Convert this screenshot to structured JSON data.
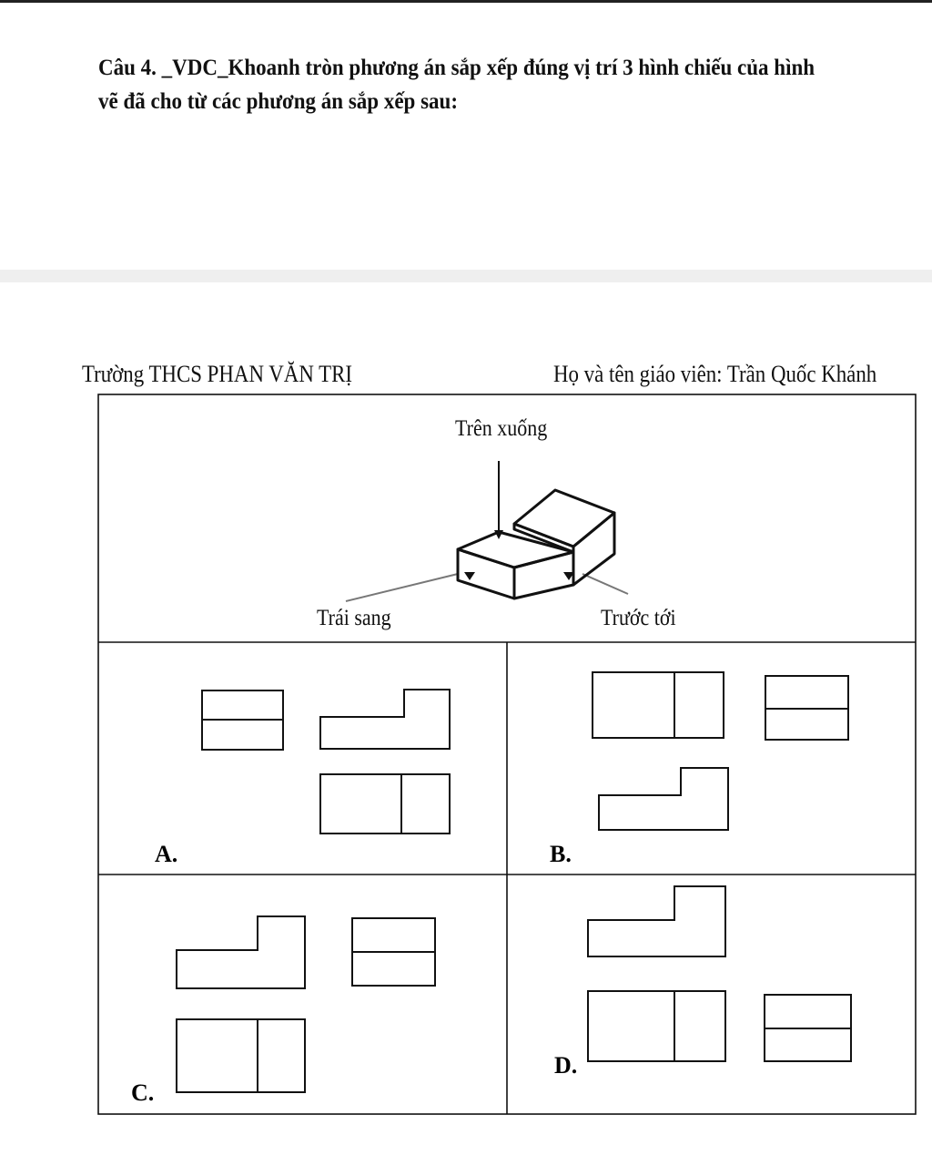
{
  "question": {
    "line1": "Câu 4. _VDC_Khoanh tròn phương án sắp xếp đúng vị trí 3 hình chiếu của hình",
    "line2": "vẽ đã cho từ các phương án sắp xếp sau:"
  },
  "header": {
    "school": "Trường THCS PHAN VĂN TRỊ",
    "teacher": "Họ và tên giáo viên: Trần Quốc Khánh"
  },
  "figure": {
    "top_label": "Trên xuống",
    "left_label": "Trái sang",
    "front_label": "Trước tới"
  },
  "options": {
    "a": "A.",
    "b": "B.",
    "c": "C.",
    "d": "D."
  }
}
